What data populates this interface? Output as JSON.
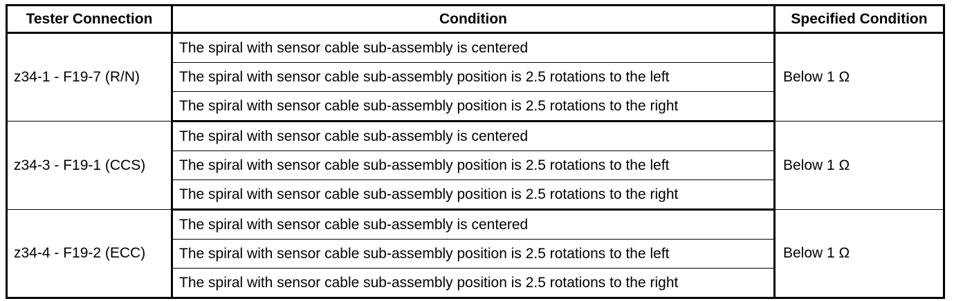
{
  "table": {
    "headers": {
      "tester_connection": "Tester Connection",
      "condition": "Condition",
      "specified_condition": "Specified Condition"
    },
    "groups": [
      {
        "tester_connection": "z34-1 - F19-7 (R/N)",
        "specified_condition": "Below 1 Ω",
        "conditions": [
          "The spiral with sensor cable sub-assembly is centered",
          "The spiral with sensor cable sub-assembly position is 2.5 rotations to the left",
          "The spiral with sensor cable sub-assembly position is 2.5 rotations to the right"
        ]
      },
      {
        "tester_connection": "z34-3 - F19-1 (CCS)",
        "specified_condition": "Below 1 Ω",
        "conditions": [
          "The spiral with sensor cable sub-assembly is centered",
          "The spiral with sensor cable sub-assembly position is 2.5 rotations to the left",
          "The spiral with sensor cable sub-assembly position is 2.5 rotations to the right"
        ]
      },
      {
        "tester_connection": "z34-4 - F19-2 (ECC)",
        "specified_condition": "Below 1 Ω",
        "conditions": [
          "The spiral with sensor cable sub-assembly is centered",
          "The spiral with sensor cable sub-assembly position is 2.5 rotations to the left",
          "The spiral with sensor cable sub-assembly position is 2.5 rotations to the right"
        ]
      }
    ]
  },
  "colors": {
    "border": "#000000",
    "background": "#ffffff",
    "text": "#000000"
  }
}
